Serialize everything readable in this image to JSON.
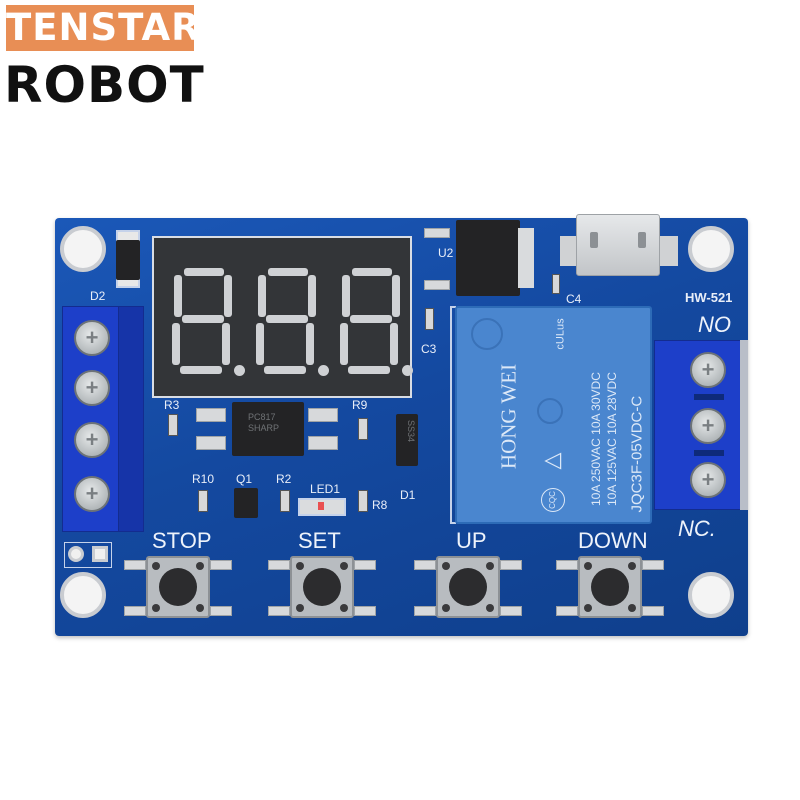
{
  "brand": {
    "line1": "TENSTAR",
    "line2": "ROBOT",
    "line1_bg": "#e88e55"
  },
  "board": {
    "model": "HW-521",
    "pcb_color": "#1449a0",
    "display": {
      "type": "3-digit 7-segment LED",
      "digits": [
        "8.",
        "8.",
        "8."
      ]
    },
    "components": {
      "d2": "D2",
      "u2": "U2",
      "c4": "C4",
      "c3": "C3",
      "r3": "R3",
      "r9": "R9",
      "r10": "R10",
      "q1": "Q1",
      "r2": "R2",
      "led1": "LED1",
      "r8": "R8",
      "d1": "D1",
      "d1_marking": "SS34",
      "optocoupler_marking": "PC817 SHARP"
    },
    "relay": {
      "brand": "HONG WEI",
      "line1": "10A 250VAC 10A 30VDC",
      "line2": "10A 125VAC 10A 28VDC",
      "model": "JQC3F-05VDC-C",
      "cert": "cULus",
      "cqc": "CQC"
    },
    "terminals": {
      "no": "NO",
      "nc": "NC."
    },
    "buttons": [
      {
        "label": "STOP"
      },
      {
        "label": "SET"
      },
      {
        "label": "UP"
      },
      {
        "label": "DOWN"
      }
    ]
  }
}
